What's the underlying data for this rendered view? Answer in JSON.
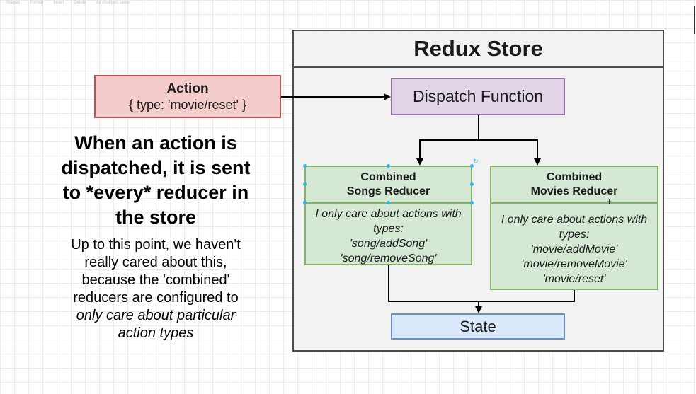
{
  "toolbar": {
    "items": [
      "Shapes",
      "Format",
      "Insert",
      "Delete",
      "All changes saved"
    ]
  },
  "store": {
    "title": "Redux Store"
  },
  "action": {
    "title": "Action",
    "payload": "{ type: 'movie/reset' }"
  },
  "dispatch": {
    "label": "Dispatch Function"
  },
  "songs_reducer": {
    "title_line1": "Combined",
    "title_line2": "Songs Reducer",
    "body": [
      "I only care about actions with",
      "types:",
      "'song/addSong'",
      "'song/removeSong'"
    ]
  },
  "movies_reducer": {
    "title_line1": "Combined",
    "title_line2": "Movies Reducer",
    "body": [
      "I only care about actions with",
      "types:",
      "'movie/addMovie'",
      "'movie/removeMovie'",
      "'movie/reset'"
    ]
  },
  "state": {
    "label": "State"
  },
  "headline": {
    "lines": [
      "When an action is",
      "dispatched, it is sent",
      "to *every* reducer in",
      "the store"
    ]
  },
  "description": {
    "lines": [
      "Up to this point, we haven't",
      "really cared about this,",
      "because the 'combined'",
      "reducers are configured to"
    ],
    "italic_lines": [
      "only care about particular",
      "action types"
    ]
  },
  "colors": {
    "action_fill": "#f4cccc",
    "action_stroke": "#b85450",
    "dispatch_fill": "#e1d5e7",
    "dispatch_stroke": "#9673a6",
    "reducer_fill": "#d5e8d4",
    "reducer_stroke": "#82b366",
    "state_fill": "#dae8fc",
    "state_stroke": "#6c8ebf",
    "store_fill": "#f2f2f2",
    "store_stroke": "#4d4d4d",
    "selection_handle": "#29b6f2"
  }
}
